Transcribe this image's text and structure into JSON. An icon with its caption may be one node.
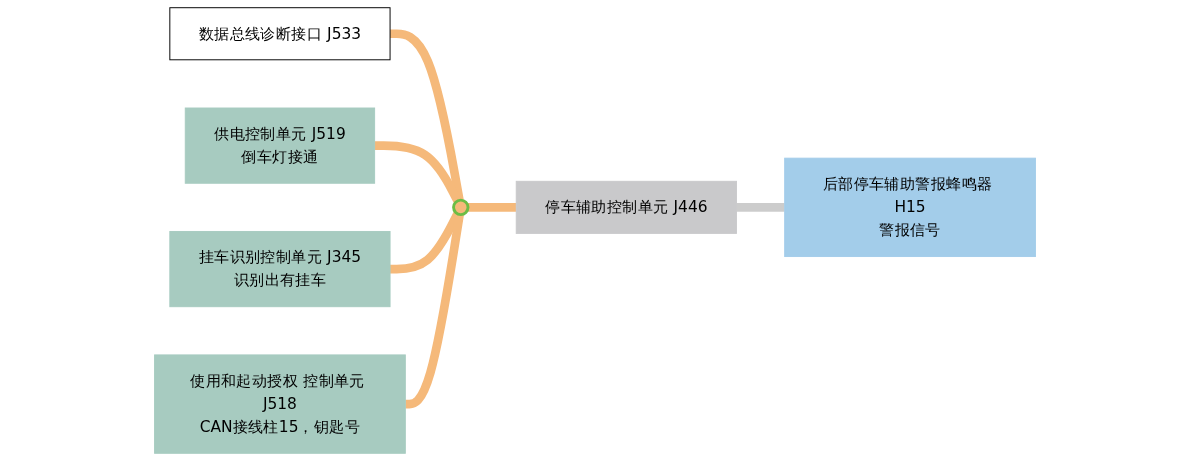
{
  "diagram": {
    "nodes": [
      {
        "text": [
          "数据总线诊断接口 J533"
        ]
      },
      {
        "text": [
          "供电控制单元 J519",
          "倒车灯接通"
        ]
      },
      {
        "text": [
          "挂车识别控制单元 J345",
          "识别出有挂车"
        ]
      },
      {
        "text": [
          "使用和起动授权 控制单元 J518",
          "CAN接线柱15，钥匙号"
        ]
      },
      {
        "text": [
          "停车辅助控制单元 J446"
        ]
      },
      {
        "text": [
          "后部停车辅助警报蜂鸣器 H15",
          "警报信号"
        ]
      },
      {
        "text": [],
        "shape": "circle"
      }
    ],
    "edges": [
      {
        "from": 0,
        "to": 6,
        "arrow": "none"
      },
      {
        "from": 1,
        "to": 6,
        "arrow": "none"
      },
      {
        "from": 2,
        "to": 6,
        "arrow": "none"
      },
      {
        "from": 3,
        "to": 6,
        "arrow": "none"
      },
      {
        "from": 6,
        "to": 4,
        "arrow": "none"
      },
      {
        "from": 4,
        "to": 5,
        "arrow": "none",
        "color": "#cccccc"
      }
    ]
  }
}
